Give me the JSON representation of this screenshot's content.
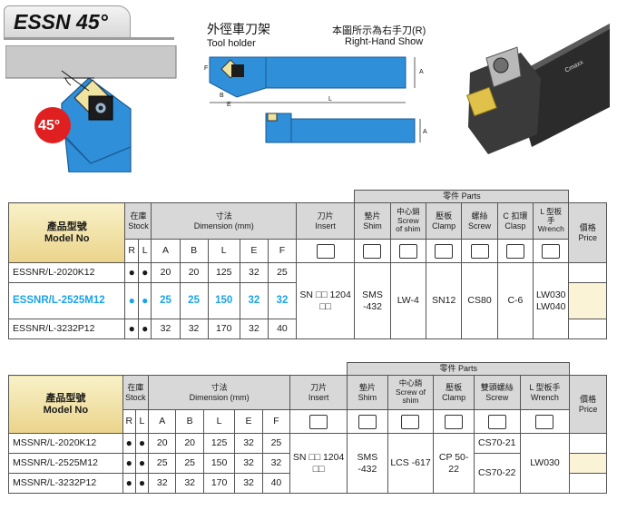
{
  "header": {
    "title": "ESSN 45°",
    "holder_zh": "外徑車刀架",
    "holder_en": "Tool holder",
    "hand_zh": "本圖所示為右手刀(R)",
    "hand_en": "Right-Hand Show",
    "angle_badge": "45°",
    "dims": {
      "f": "F",
      "e": "E",
      "b": "B",
      "l": "L",
      "a": "A",
      "a_top": "A"
    },
    "photo_brand": "Cmaxx"
  },
  "colors": {
    "accent_blue": "#1aa3e8",
    "holder_blue": "#2f8fd8",
    "badge_red": "#e02020",
    "header_gold": "#ebd48a",
    "header_gray": "#d8d8d8"
  },
  "table1": {
    "parts_label": "零件 Parts",
    "headers": {
      "model_zh": "產品型號",
      "model_en": "Model No",
      "stock_zh": "在庫",
      "stock_en": "Stock",
      "dim_zh": "寸法",
      "dim_en": "Dimension (mm)",
      "insert_zh": "刀片",
      "insert_en": "Insert",
      "shim_zh": "墊片",
      "shim_en": "Shim",
      "screw_shim_zh": "中心銷",
      "screw_shim_en1": "Screw",
      "screw_shim_en2": "of shim",
      "clamp_zh": "壓板",
      "clamp_en": "Clamp",
      "screw_zh": "螺絲",
      "screw_en": "Screw",
      "clasp_zh": "C 扣環",
      "clasp_en": "Clasp",
      "wrench_zh1": "L 型板",
      "wrench_zh2": "手",
      "wrench_en": "Wrench",
      "price_zh": "價格",
      "price_en": "Price"
    },
    "cols": [
      "R",
      "L",
      "A",
      "B",
      "L",
      "E",
      "F"
    ],
    "rows": [
      {
        "model": "ESSNR/L-2020K12",
        "r": "●",
        "l": "●",
        "a": "20",
        "b": "20",
        "len": "125",
        "e": "32",
        "f": "25"
      },
      {
        "model": "ESSNR/L-2525M12",
        "r": "●",
        "l": "●",
        "a": "25",
        "b": "25",
        "len": "150",
        "e": "32",
        "f": "32"
      },
      {
        "model": "ESSNR/L-3232P12",
        "r": "●",
        "l": "●",
        "a": "32",
        "b": "32",
        "len": "170",
        "e": "32",
        "f": "40"
      }
    ],
    "insert": "SN □□ 1204 □□",
    "shim": "SMS -432",
    "screw_shim": "LW-4",
    "clamp": "SN12",
    "screw": "CS80",
    "clasp": "C-6",
    "wrench_1": "LW030",
    "wrench_2": "LW040"
  },
  "table2": {
    "parts_label": "零件 Parts",
    "headers": {
      "model_zh": "產品型號",
      "model_en": "Model No",
      "stock_zh": "在庫",
      "stock_en": "Stock",
      "dim_zh": "寸法",
      "dim_en": "Dimension (mm)",
      "insert_zh": "刀片",
      "insert_en": "Insert",
      "shim_zh": "墊片",
      "shim_en": "Shim",
      "screw_shim_zh": "中心銷",
      "screw_shim_en1": "Screw of",
      "screw_shim_en2": "shim",
      "clamp_zh": "壓板",
      "clamp_en": "Clamp",
      "screw_zh": "雙頭螺絲",
      "screw_en": "Screw",
      "wrench_zh": "L 型板手",
      "wrench_en": "Wrench",
      "price_zh": "價格",
      "price_en": "Price"
    },
    "cols": [
      "R",
      "L",
      "A",
      "B",
      "L",
      "E",
      "F"
    ],
    "rows": [
      {
        "model": "MSSNR/L-2020K12",
        "r": "●",
        "l": "●",
        "a": "20",
        "b": "20",
        "len": "125",
        "e": "32",
        "f": "25"
      },
      {
        "model": "MSSNR/L-2525M12",
        "r": "●",
        "l": "●",
        "a": "25",
        "b": "25",
        "len": "150",
        "e": "32",
        "f": "32"
      },
      {
        "model": "MSSNR/L-3232P12",
        "r": "●",
        "l": "●",
        "a": "32",
        "b": "32",
        "len": "170",
        "e": "32",
        "f": "40"
      }
    ],
    "insert": "SN □□ 1204 □□",
    "shim": "SMS -432",
    "screw_shim": "LCS -617",
    "clamp": "CP 50-22",
    "screw_1": "CS70-21",
    "screw_2": "CS70-22",
    "wrench": "LW030"
  }
}
